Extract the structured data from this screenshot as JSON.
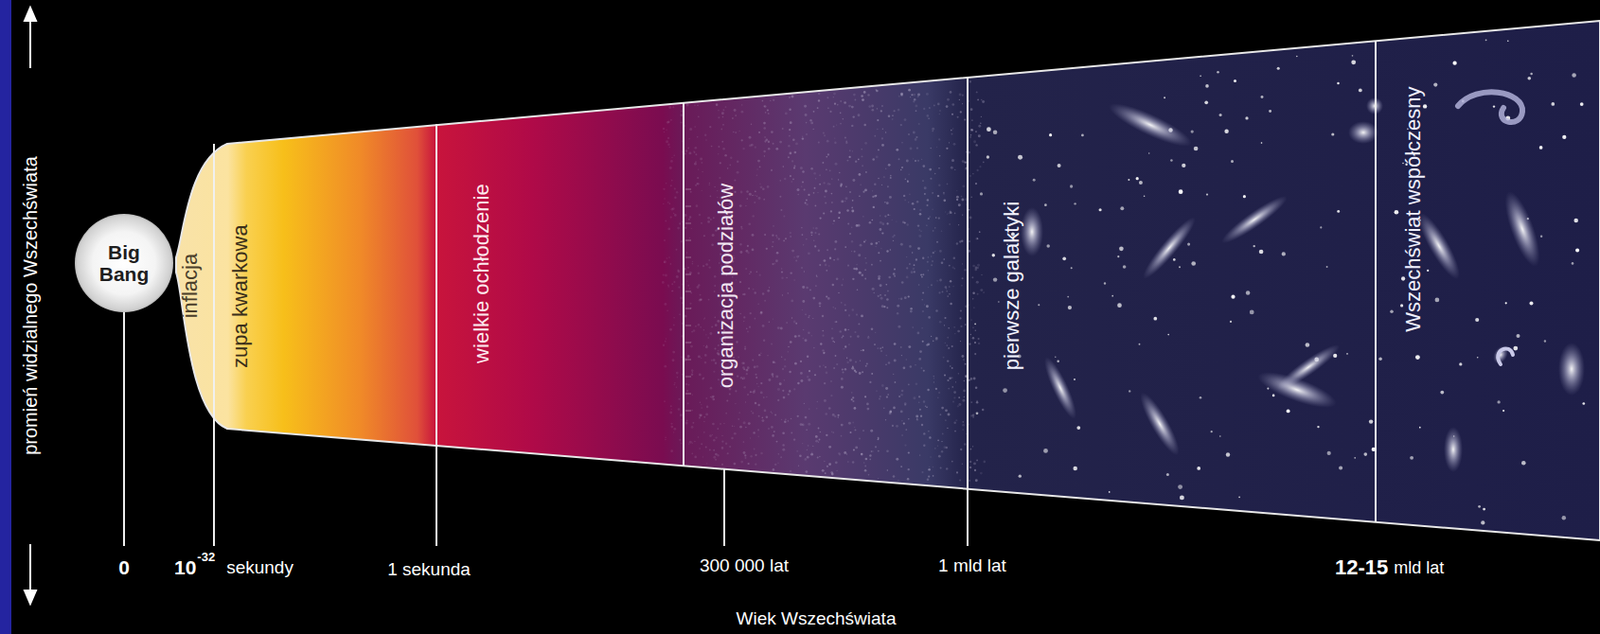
{
  "diagram": {
    "nodes": [
      {
        "text": [
          "Big Bang"
        ]
      }
    ],
    "labels": [
      "promień widzialnego Wszechświata",
      "inflacja",
      "zupa kwarkowa",
      "wielkie ochłodzenie",
      "organizacja podziałów",
      "pierwsze galaktyki",
      "Wszechświat współczesny",
      "0",
      "10",
      "-32",
      "sekundy",
      "1 sekunda",
      "300 000 lat",
      "1 mld lat",
      "12-15",
      "mld lat",
      "Wiek Wszechświata"
    ]
  }
}
